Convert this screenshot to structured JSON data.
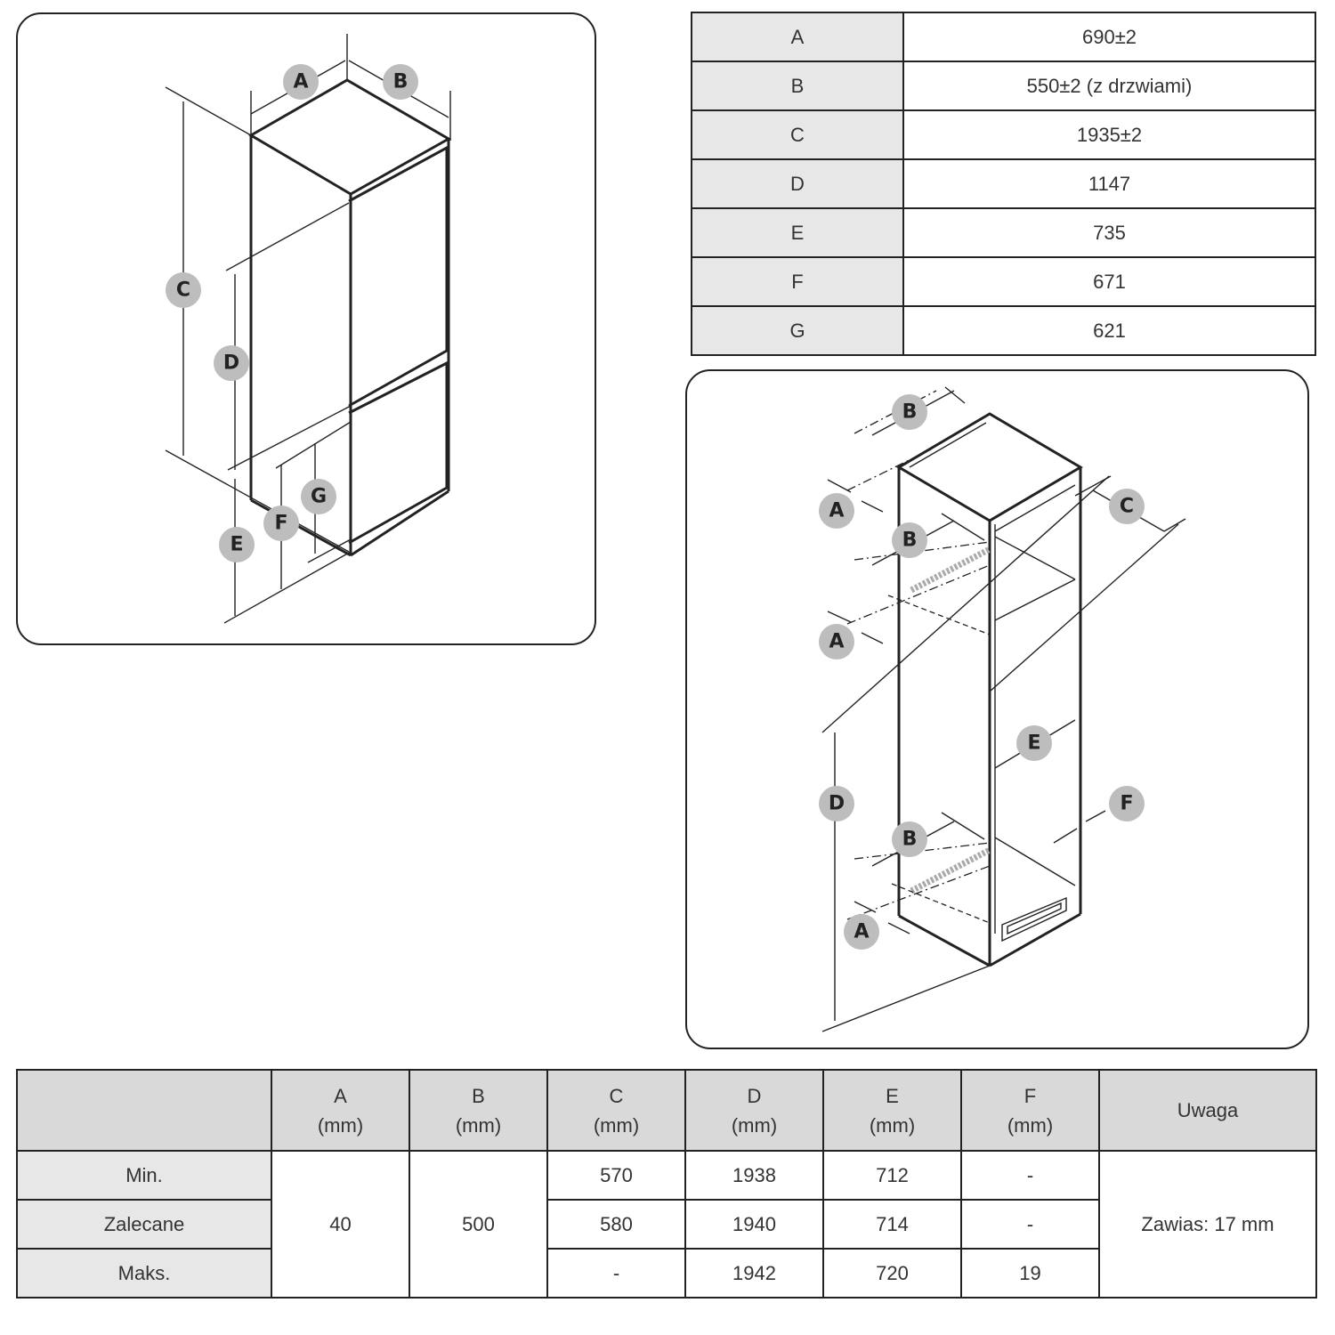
{
  "left_diagram": {
    "labels": [
      "A",
      "B",
      "C",
      "D",
      "E",
      "F",
      "G"
    ]
  },
  "right_diagram": {
    "labels": [
      "B",
      "A",
      "B",
      "A",
      "C",
      "E",
      "D",
      "F",
      "B",
      "A"
    ]
  },
  "dimensions_table": {
    "rows": [
      {
        "key": "A",
        "value": "690±2"
      },
      {
        "key": "B",
        "value": "550±2 (z drzwiami)"
      },
      {
        "key": "C",
        "value": "1935±2"
      },
      {
        "key": "D",
        "value": "1147"
      },
      {
        "key": "E",
        "value": "735"
      },
      {
        "key": "F",
        "value": "671"
      },
      {
        "key": "G",
        "value": "621"
      }
    ]
  },
  "installation_table": {
    "columns": [
      {
        "letter": "A",
        "unit": "(mm)"
      },
      {
        "letter": "B",
        "unit": "(mm)"
      },
      {
        "letter": "C",
        "unit": "(mm)"
      },
      {
        "letter": "D",
        "unit": "(mm)"
      },
      {
        "letter": "E",
        "unit": "(mm)"
      },
      {
        "letter": "F",
        "unit": "(mm)"
      }
    ],
    "note_header": "Uwaga",
    "row_labels": [
      "Min.",
      "Zalecane",
      "Maks."
    ],
    "a_value": "40",
    "b_value": "500",
    "note_value": "Zawias: 17 mm",
    "rows": [
      {
        "c": "570",
        "d": "1938",
        "e": "712",
        "f": "-"
      },
      {
        "c": "580",
        "d": "1940",
        "e": "714",
        "f": "-"
      },
      {
        "c": "-",
        "d": "1942",
        "e": "720",
        "f": "19"
      }
    ]
  }
}
